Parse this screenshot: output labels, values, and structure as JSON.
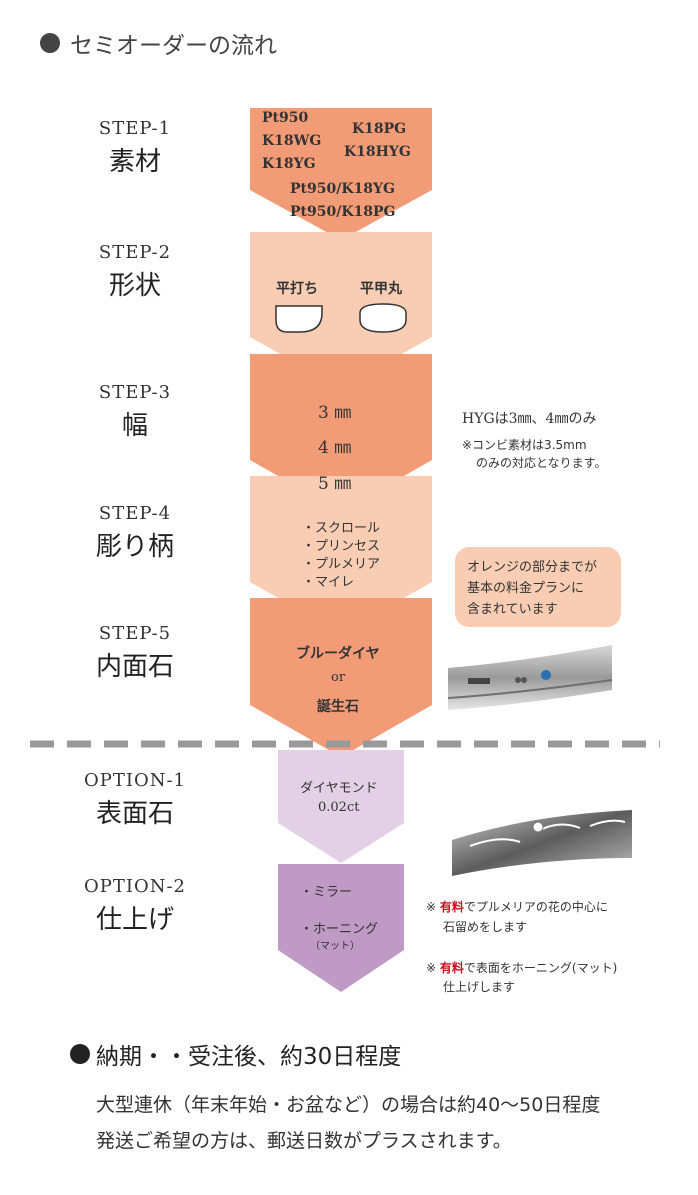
{
  "header": {
    "title": "セミオーダーの流れ"
  },
  "steps": [
    {
      "num": "STEP-1",
      "name": "素材"
    },
    {
      "num": "STEP-2",
      "name": "形状"
    },
    {
      "num": "STEP-3",
      "name": "幅"
    },
    {
      "num": "STEP-4",
      "name": "彫り柄"
    },
    {
      "num": "STEP-5",
      "name": "内面石"
    }
  ],
  "options": [
    {
      "num": "OPTION-1",
      "name": "表面石"
    },
    {
      "num": "OPTION-2",
      "name": "仕上げ"
    }
  ],
  "materials": [
    "Pt950",
    "K18WG",
    "K18YG",
    "K18PG",
    "K18HYG",
    "Pt950/K18YG",
    "Pt950/K18PG"
  ],
  "shapes": [
    "平打ち",
    "平甲丸"
  ],
  "widths": [
    "3 ㎜",
    "4 ㎜",
    "5 ㎜"
  ],
  "width_note": {
    "main": "HYGは3㎜、4㎜のみ",
    "sub1": "※コンビ素材は3.5mm",
    "sub2": "のみの対応となります。"
  },
  "patterns": [
    "・スクロール",
    "・プリンセス",
    "・プルメリア",
    "・マイレ"
  ],
  "legend": {
    "line1": "オレンジの部分までが",
    "line2": "基本の料金プランに",
    "line3": "含まれています"
  },
  "inner_stone": {
    "a": "ブルーダイヤ",
    "or": "or",
    "b": "誕生石"
  },
  "option1": {
    "line1": "ダイヤモンド",
    "line2": "0.02ct"
  },
  "option2": {
    "item1": "・ミラー",
    "item2": "・ホーニング",
    "item2_sub": "（マット）"
  },
  "option_notes": {
    "n1_mark": "※",
    "n1_red": "有料",
    "n1_rest": "でプルメリアの花の中心に",
    "n1_line2": "石留めをします",
    "n2_mark": "※",
    "n2_red": "有料",
    "n2_rest": "で表面をホーニング(マット)",
    "n2_line2": "仕上げします"
  },
  "delivery": {
    "title": "納期・・受注後、約30日程度",
    "line1": "大型連休（年末年始・お盆など）の場合は約40〜50日程度",
    "line2": "発送ご希望の方は、郵送日数がプラスされます。"
  },
  "colors": {
    "orange": "#f19c76",
    "light_orange": "#f9cdb3",
    "lavender": "#e3d0e6",
    "purple": "#bf9ac4",
    "dashed": "#999999"
  }
}
